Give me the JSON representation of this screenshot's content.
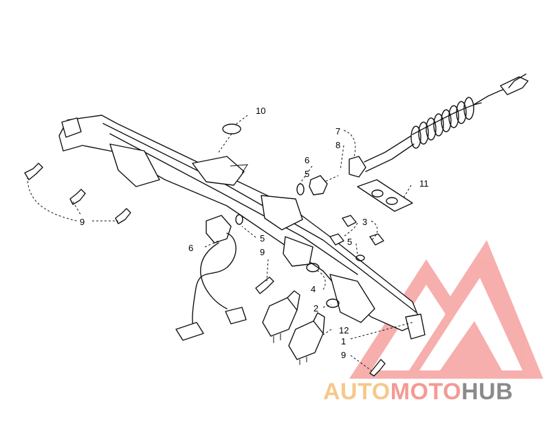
{
  "diagram": {
    "callouts": {
      "c10": "10",
      "c7": "7",
      "c8": "8",
      "c6a": "6",
      "c5a": "5",
      "c11": "11",
      "c3": "3",
      "c5b": "5",
      "c5c": "5",
      "c9a": "9",
      "c6b": "6",
      "c9b": "9",
      "c4": "4",
      "c2": "2",
      "c12": "12",
      "c1": "1",
      "c9c": "9"
    }
  },
  "watermark": {
    "part1": "AUTO",
    "part2": "MOTO",
    "part3": "HUB",
    "color1": "#f5c98a",
    "color2": "#f49a93",
    "color3": "#8a8a8a",
    "logo_color": "#f06f6a"
  }
}
